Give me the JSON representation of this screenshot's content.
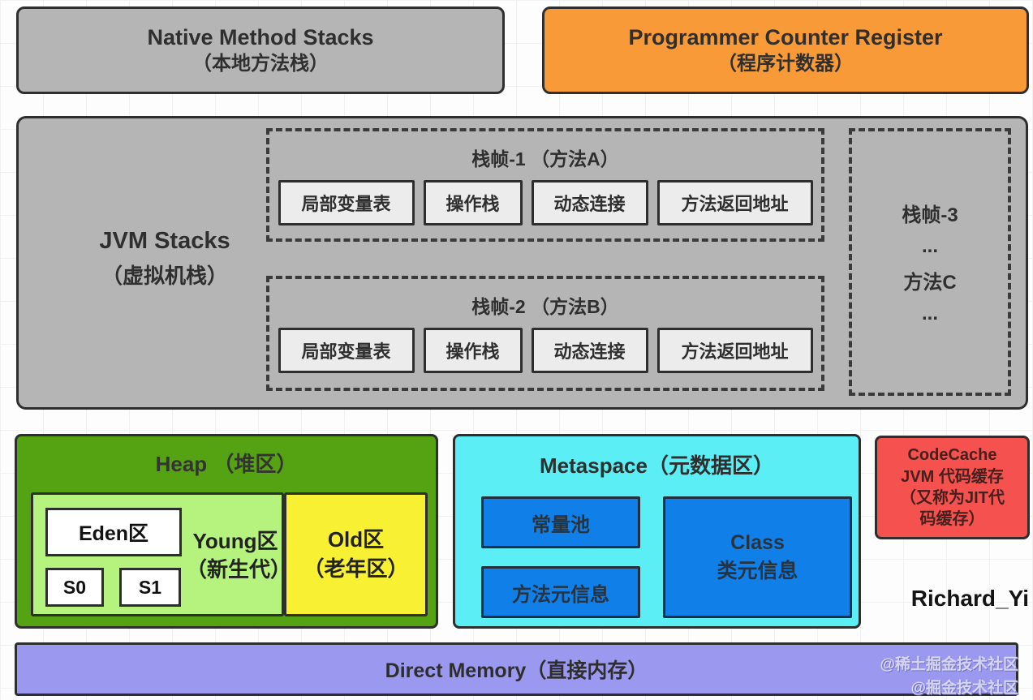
{
  "colors": {
    "gray_box": "#b5b5b5",
    "orange_box": "#f89a38",
    "cell_bg": "#ececec",
    "heap_green": "#55a213",
    "young_green": "#b5f27e",
    "old_yellow": "#f8f032",
    "metaspace_cyan": "#5beef5",
    "meta_blue": "#117fe8",
    "codecache_red": "#f5514f",
    "direct_purple": "#9b99ef",
    "border_dark": "#2e2e2e"
  },
  "top": {
    "native_method_stacks": {
      "title": "Native Method Stacks",
      "subtitle": "（本地方法栈）"
    },
    "program_counter": {
      "title": "Programmer Counter Register",
      "subtitle": "（程序计数器）"
    }
  },
  "jvm_stacks": {
    "title": "JVM Stacks",
    "subtitle": "（虚拟机栈）",
    "frames": [
      {
        "title": "栈帧-1 （方法A）",
        "cells": [
          "局部变量表",
          "操作栈",
          "动态连接",
          "方法返回地址"
        ]
      },
      {
        "title": "栈帧-2 （方法B）",
        "cells": [
          "局部变量表",
          "操作栈",
          "动态连接",
          "方法返回地址"
        ]
      }
    ],
    "frame3": {
      "lines": [
        "栈帧-3",
        "...",
        "方法C",
        "..."
      ]
    }
  },
  "heap": {
    "title": "Heap （堆区）",
    "young": {
      "label_line1": "Young区",
      "label_line2": "（新生代）",
      "eden": "Eden区",
      "s0": "S0",
      "s1": "S1"
    },
    "old": {
      "line1": "Old区",
      "line2": "（老年区）"
    }
  },
  "metaspace": {
    "title": "Metaspace（元数据区）",
    "constant_pool": "常量池",
    "method_meta": "方法元信息",
    "class_meta_line1": "Class",
    "class_meta_line2": "类元信息"
  },
  "codecache": {
    "lines": [
      "CodeCache",
      "JVM 代码缓存",
      "（又称为JIT代",
      "码缓存）"
    ]
  },
  "author": "Richard_Yi",
  "direct_memory": {
    "title": "Direct Memory（直接内存）"
  },
  "watermark": {
    "line1": "@稀土掘金技术社区",
    "line2": "@掘金技术社区"
  }
}
